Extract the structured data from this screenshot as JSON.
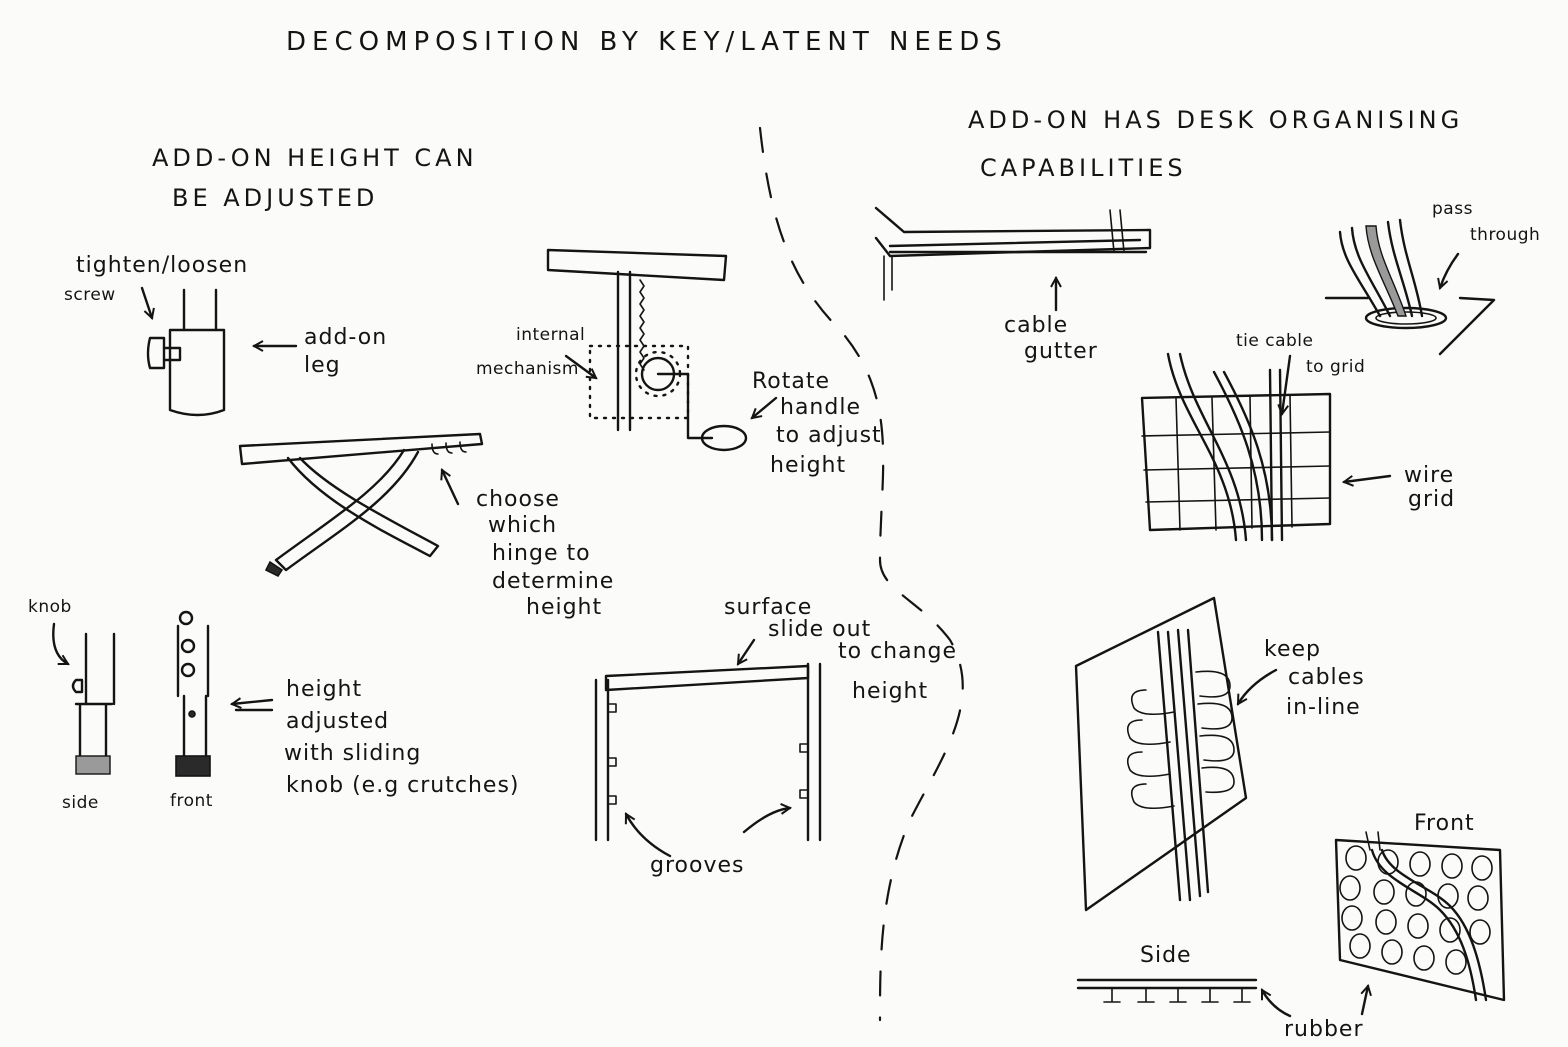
{
  "title": "DECOMPOSITION BY KEY/LATENT NEEDS",
  "left_section": {
    "heading_line1": "ADD-ON HEIGHT CAN",
    "heading_line2": "BE ADJUSTED",
    "screw_leg": {
      "label_tighten": "tighten/loosen",
      "label_screw": "screw",
      "label_addon": "add-on",
      "label_leg": "leg"
    },
    "hinge": {
      "lines": [
        "choose",
        "which",
        "hinge to",
        "determine",
        "height"
      ]
    },
    "crank": {
      "internal_1": "internal",
      "internal_2": "mechanism",
      "rotate_lines": [
        "Rotate",
        "handle",
        "to adjust",
        "height"
      ]
    },
    "knob": {
      "label_knob": "knob",
      "label_side": "side",
      "label_front": "front",
      "lines": [
        "height",
        "adjusted",
        "with sliding",
        "knob (e.g crutches)"
      ]
    },
    "slide": {
      "lines": [
        "surface",
        "slide out",
        "to change",
        "height"
      ],
      "grooves": "grooves"
    }
  },
  "right_section": {
    "heading_line1": "ADD-ON HAS DESK ORGANISING",
    "heading_line2": "CAPABILITIES",
    "gutter": {
      "line1": "cable",
      "line2": "gutter"
    },
    "pass": {
      "line1": "pass",
      "line2": "through"
    },
    "grid": {
      "tie_1": "tie cable",
      "tie_2": "to grid",
      "wire_1": "wire",
      "wire_2": "grid"
    },
    "inline": {
      "lines": [
        "keep",
        "cables",
        "in-line"
      ]
    },
    "rubber": {
      "front": "Front",
      "side": "Side",
      "rubber": "rubber"
    }
  }
}
